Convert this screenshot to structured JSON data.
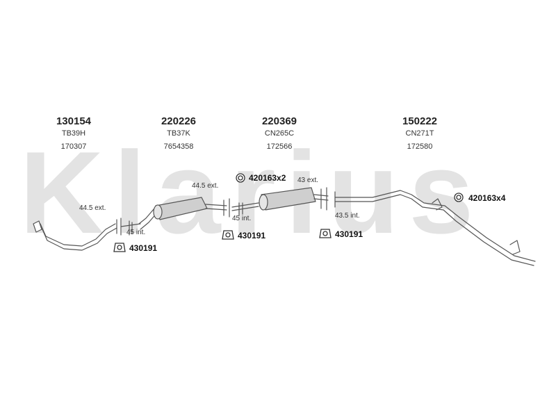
{
  "watermark": "Klarius",
  "parts": [
    {
      "number": "130154",
      "code": "TB39H",
      "ref": "170307"
    },
    {
      "number": "220226",
      "code": "TB37K",
      "ref": "7654358"
    },
    {
      "number": "220369",
      "code": "CN265C",
      "ref": "172566"
    },
    {
      "number": "150222",
      "code": "CN271T",
      "ref": "172580"
    }
  ],
  "notes": {
    "n1_ext": "44.5 ext.",
    "n1_int": "45 int.",
    "n2_ext": "44.5 ext.",
    "n2_int": "45 int.",
    "n3_ext": "43 ext.",
    "n3_int": "43.5 int."
  },
  "accessories": {
    "clamp_a": "430191",
    "clamp_b": "430191",
    "clamp_c": "430191",
    "ring_a": "420163x2",
    "ring_b": "420163x4"
  },
  "colors": {
    "line": "#555555",
    "fill": "#cfcfcf",
    "watermark": "#e3e3e3"
  }
}
